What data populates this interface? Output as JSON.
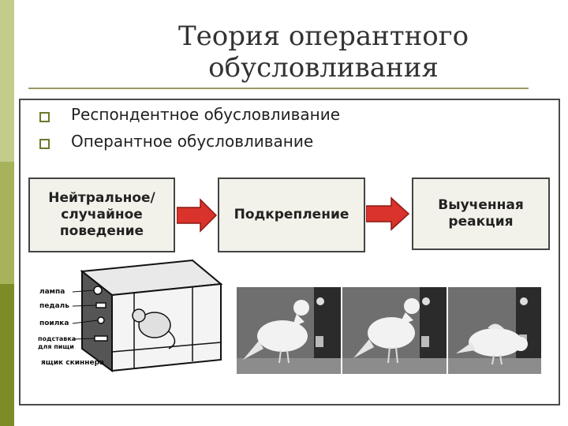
{
  "title": {
    "line1": "Теория оперантного",
    "line2": "обусловливания"
  },
  "bullets": [
    "Респондентное обусловливание",
    "Оперантное обусловливание"
  ],
  "flow": {
    "box1": [
      "Нейтральное/",
      "случайное",
      "поведение"
    ],
    "box2": "Подкрепление",
    "box3": [
      "Выученная",
      "реакция"
    ]
  },
  "skinner_box": {
    "labels": {
      "lamp": "лампа",
      "pedal": "педаль",
      "drinker": "поилка",
      "feeder1": "подставка",
      "feeder2": "для пищи",
      "caption": "ящик скиннера"
    }
  },
  "colors": {
    "sidebar_top": "#c4cc8c",
    "sidebar_mid": "#9aa84a",
    "sidebar_bottom": "#7a8a26",
    "arrow_red": "#d9332b",
    "box_fill": "#f3f2ea"
  },
  "icons": [
    "square-bullet-icon",
    "arrow-right-icon"
  ]
}
